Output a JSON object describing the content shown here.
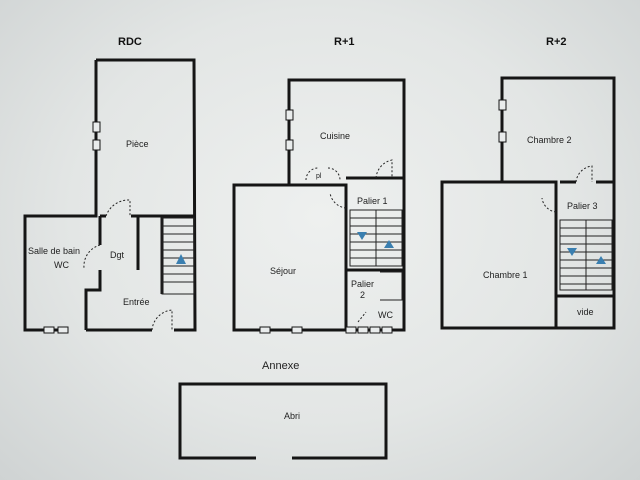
{
  "levels": {
    "rdc": "RDC",
    "r1": "R+1",
    "r2": "R+2",
    "annexe": "Annexe"
  },
  "rooms": {
    "piece": "Pièce",
    "salle_de_bain": "Salle de bain",
    "wc_rdc": "WC",
    "dgt": "Dgt",
    "entree": "Entrée",
    "cuisine": "Cuisine",
    "palier1": "Palier 1",
    "sejour": "Séjour",
    "palier2_a": "Palier",
    "palier2_b": "2",
    "wc_r1": "WC",
    "chambre2": "Chambre 2",
    "palier3": "Palier 3",
    "chambre1": "Chambre 1",
    "vide": "vide",
    "abri": "Abri",
    "placard": "pl"
  },
  "colors": {
    "wall": "#151515",
    "stair_arrow": "#3a7fb0",
    "background": "#e3e6e5"
  }
}
